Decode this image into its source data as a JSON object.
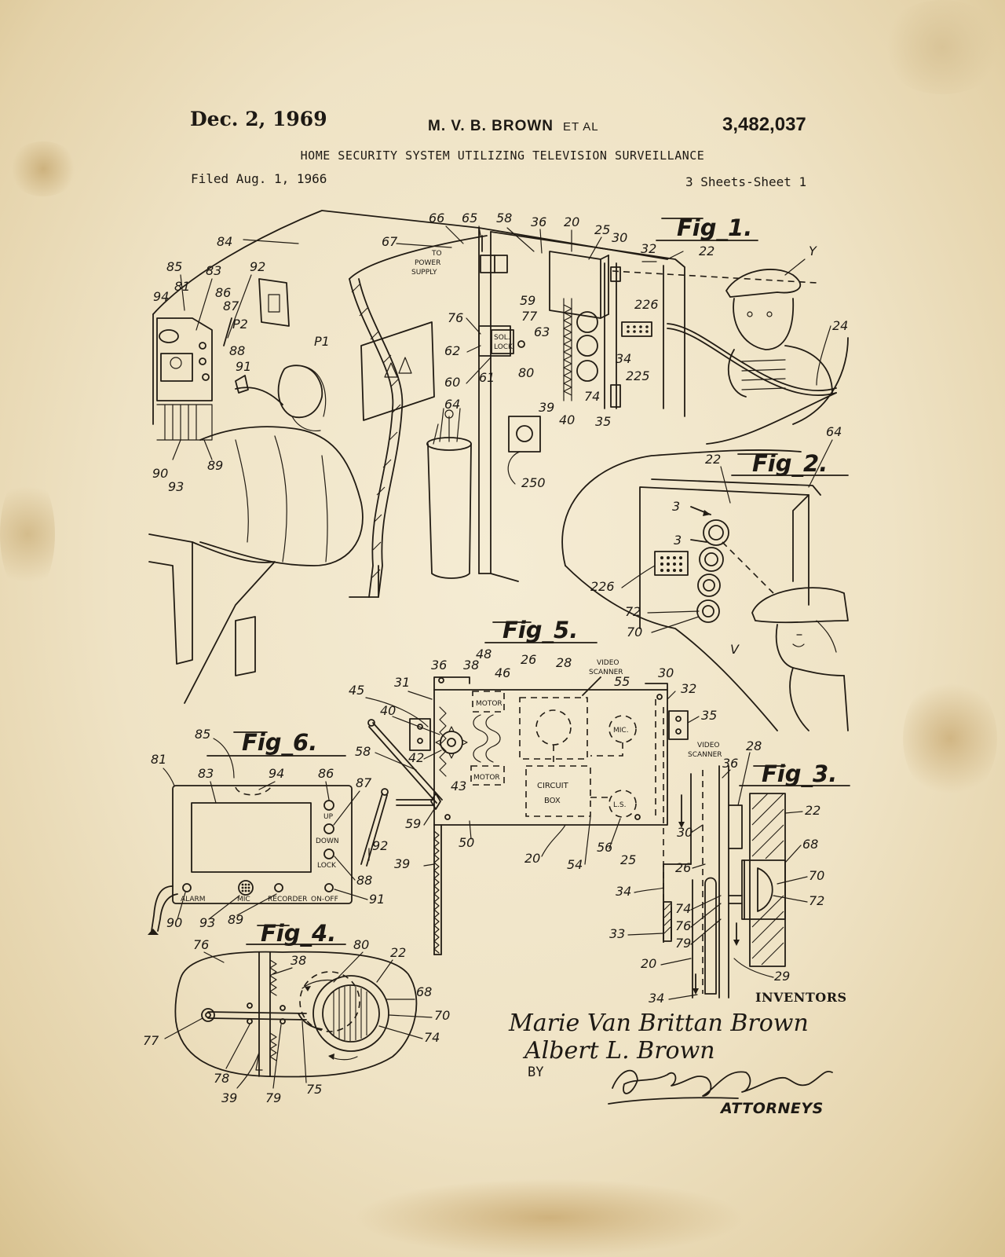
{
  "header": {
    "date": "Dec. 2, 1969",
    "inventor": "M. V. B. BROWN",
    "et_al": "ET AL",
    "patent_number": "3,482,037",
    "title": "HOME SECURITY SYSTEM UTILIZING TELEVISION SURVEILLANCE",
    "filed": "Filed Aug. 1, 1966",
    "sheets": "3 Sheets-Sheet 1"
  },
  "figures": {
    "fig1": "Fig_1.",
    "fig2": "Fig_2.",
    "fig3": "Fig_3.",
    "fig4": "Fig_4.",
    "fig5": "Fig_5.",
    "fig6": "Fig_6."
  },
  "fig1": {
    "annotations": {
      "power": "TO",
      "power2": "POWER",
      "power3": "SUPPLY",
      "sol": "SOL.",
      "lock": "LOCK"
    },
    "refs": [
      "66",
      "65",
      "58",
      "36",
      "20",
      "25",
      "30",
      "32",
      "22",
      "67",
      "84",
      "85",
      "83",
      "92",
      "81",
      "94",
      "86",
      "87",
      "P2",
      "P1",
      "88",
      "91",
      "76",
      "77",
      "63",
      "62",
      "60",
      "61",
      "80",
      "39",
      "40",
      "74",
      "35",
      "34",
      "225",
      "226",
      "24",
      "59",
      "64",
      "250",
      "90",
      "93",
      "89",
      "Y"
    ]
  },
  "fig2": {
    "refs": [
      "64",
      "22",
      "3",
      "3",
      "226",
      "72",
      "70",
      "V"
    ]
  },
  "fig3": {
    "annotations": {
      "video": "VIDEO",
      "scanner": "SCANNER"
    },
    "refs": [
      "36",
      "28",
      "22",
      "30",
      "68",
      "26",
      "70",
      "72",
      "74",
      "76",
      "79",
      "34",
      "33",
      "20",
      "29",
      "34"
    ]
  },
  "fig4": {
    "refs": [
      "76",
      "80",
      "22",
      "38",
      "68",
      "70",
      "74",
      "77",
      "78",
      "39",
      "79",
      "75"
    ]
  },
  "fig5": {
    "annotations": {
      "video": "VIDEO",
      "scanner": "SCANNER",
      "motor": "MOTOR",
      "circuit": "CIRCUIT",
      "box": "BOX",
      "mic": "MIC.",
      "ls": "L.S."
    },
    "refs": [
      "48",
      "36",
      "38",
      "46",
      "26",
      "28",
      "55",
      "30",
      "32",
      "31",
      "45",
      "40",
      "35",
      "42",
      "58",
      "43",
      "59",
      "50",
      "20",
      "54",
      "56",
      "25",
      "39"
    ]
  },
  "fig6": {
    "controls": {
      "up": "UP",
      "down": "DOWN",
      "lock": "LOCK",
      "alarm": "ALARM",
      "mic": "MIC",
      "recorder": "RECORDER",
      "onoff": "ON-OFF"
    },
    "refs": [
      "85",
      "81",
      "83",
      "94",
      "86",
      "87",
      "92",
      "88",
      "91",
      "90",
      "93",
      "89"
    ]
  },
  "signature": {
    "inventors_label": "INVENTORS",
    "name1": "Marie Van Brittan Brown",
    "name2": "Albert L. Brown",
    "by": "BY",
    "attorneys": "ATTORNEYS"
  },
  "colors": {
    "paper": "#f1e7cc",
    "ink": "#221c14"
  }
}
